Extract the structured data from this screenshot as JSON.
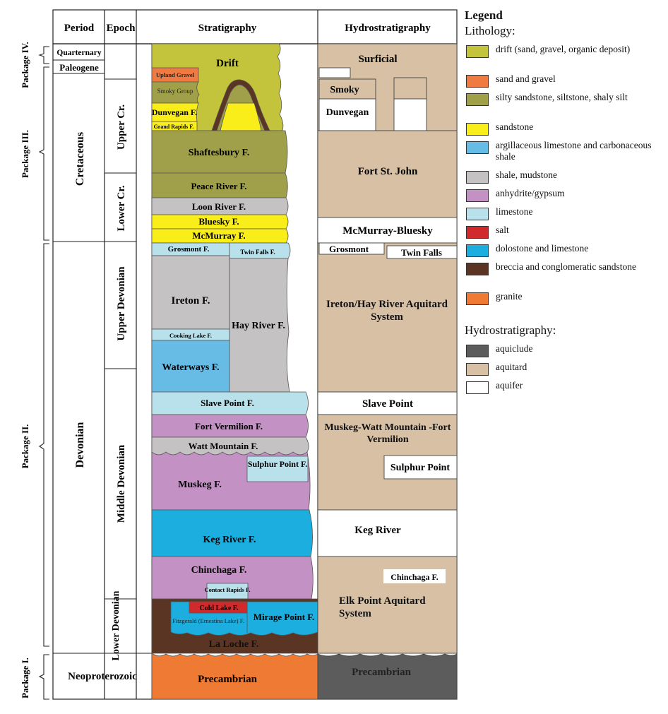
{
  "headers": {
    "period": "Period",
    "epoch": "Epoch",
    "stratigraphy": "Stratigraphy",
    "hydrostratigraphy": "Hydrostratigraphy"
  },
  "packages": [
    "Package IV.",
    "Package III.",
    "Package II.",
    "Package I."
  ],
  "periods": [
    "Quarternary",
    "Paleogene",
    "Cretaceous",
    "Devonian",
    "Neoproterozoic"
  ],
  "epochs": [
    "Upper Cr.",
    "Lower Cr.",
    "Upper Devonian",
    "Middle Devonian",
    "Lower Devonian"
  ],
  "formations": {
    "drift": "Drift",
    "upland_gravel": "Upland Gravel",
    "smoky_group": "Smoky Group",
    "dunvegan": "Dunvegan F.",
    "grand_rapids": "Grand Rapids F.",
    "shaftesbury": "Shaftesbury F.",
    "peace_river": "Peace River F.",
    "loon_river": "Loon River F.",
    "bluesky": "Bluesky F.",
    "mcmurray": "McMurray F.",
    "grosmont": "Grosmont F.",
    "twin_falls": "Twin Falls F.",
    "ireton": "Ireton F.",
    "hay_river": "Hay River F.",
    "cooking_lake": "Cooking Lake F.",
    "waterways": "Waterways F.",
    "slave_point": "Slave Point F.",
    "fort_vermilion": "Fort Vermilion F.",
    "watt_mountain": "Watt Mountain F.",
    "sulphur_point": "Sulphur Point F.",
    "muskeg": "Muskeg F.",
    "keg_river": "Keg River F.",
    "chinchaga": "Chinchaga F.",
    "contact_rapids": "Contact Rapids F.",
    "cold_lake": "Cold Lake F.",
    "fitzgerald": "Fitzgerald (Ernestina Lake) F.",
    "mirage_point": "Mirage Point F.",
    "la_loche": "La Loche F.",
    "precambrian": "Precambrian"
  },
  "hydro": {
    "surficial": "Surficial",
    "smoky": "Smoky",
    "dunvegan": "Dunvegan",
    "fort_st_john": "Fort St. John",
    "mcmurray_bluesky": "McMurray-Bluesky",
    "grosmont": "Grosmont",
    "twin_falls": "Twin Falls",
    "ireton_hay": "Ireton/Hay River Aquitard System",
    "slave_point": "Slave Point",
    "muskeg_watt": "Muskeg-Watt Mountain -Fort Vermilion",
    "sulphur_point": "Sulphur Point",
    "keg_river": "Keg River",
    "chinchaga": "Chinchaga F.",
    "elk_point": "Elk Point Aquitard System",
    "precambrian": "Precambrian"
  },
  "colors": {
    "drift": "#c3c43c",
    "sand_gravel": "#ef7b43",
    "silty": "#a0a04a",
    "sandstone": "#f9ee1a",
    "arg_limestone": "#67bce6",
    "shale": "#c4c2c3",
    "anhydrite": "#c391c4",
    "limestone": "#b8e1ec",
    "salt": "#d12a2c",
    "dolostone": "#1baedf",
    "breccia": "#5b3524",
    "granite": "#ef7a33",
    "aquiclude": "#5c5c5c",
    "aquitard": "#d7c0a3",
    "aquifer": "#ffffff"
  },
  "legend": {
    "title": "Legend",
    "lithology_title": "Lithology:",
    "lithology": [
      {
        "label": "drift (sand, gravel, organic deposit)",
        "color": "#c3c43c"
      },
      {
        "label": "sand and gravel",
        "color": "#ef7b43"
      },
      {
        "label": "silty sandstone, siltstone, shaly silt",
        "color": "#a0a04a"
      },
      {
        "label": "sandstone",
        "color": "#f9ee1a"
      },
      {
        "label": "argillaceous limestone and carbonaceous shale",
        "color": "#67bce6"
      },
      {
        "label": "shale, mudstone",
        "color": "#c4c2c3"
      },
      {
        "label": "anhydrite/gypsum",
        "color": "#c391c4"
      },
      {
        "label": "limestone",
        "color": "#b8e1ec"
      },
      {
        "label": "salt",
        "color": "#d12a2c"
      },
      {
        "label": "dolostone and limestone",
        "color": "#1baedf"
      },
      {
        "label": "breccia and conglomeratic sandstone",
        "color": "#5b3524"
      },
      {
        "label": "granite",
        "color": "#ef7a33"
      }
    ],
    "hydro_title": "Hydrostratigraphy:",
    "hydrostratigraphy": [
      {
        "label": "aquiclude",
        "color": "#5c5c5c"
      },
      {
        "label": "aquitard",
        "color": "#d7c0a3"
      },
      {
        "label": "aquifer",
        "color": "#ffffff"
      }
    ]
  }
}
